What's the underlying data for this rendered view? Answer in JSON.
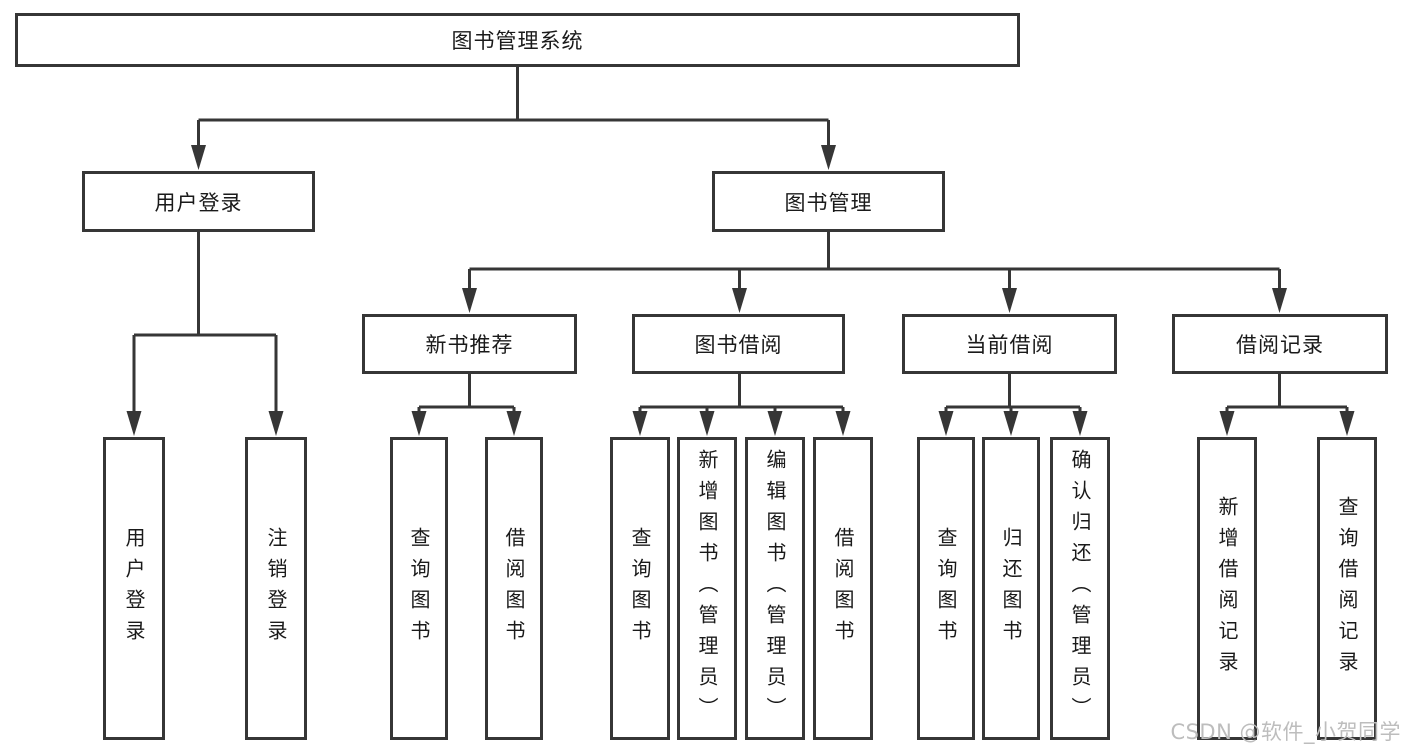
{
  "colors": {
    "line": "#363636",
    "text": "#1a1a1a",
    "box_background": "#ffffff",
    "watermark": "#bdbdbd",
    "page_background": "#ffffff"
  },
  "tree": {
    "root": {
      "label": "图书管理系统"
    },
    "branches": [
      {
        "label": "用户登录",
        "leaves": [
          {
            "label": "用户登录"
          },
          {
            "label": "注销登录"
          }
        ]
      },
      {
        "label": "图书管理",
        "groups": [
          {
            "label": "新书推荐",
            "leaves": [
              {
                "label": "查询图书"
              },
              {
                "label": "借阅图书"
              }
            ]
          },
          {
            "label": "图书借阅",
            "leaves": [
              {
                "label": "查询图书"
              },
              {
                "label": "新增图书（管理员）"
              },
              {
                "label": "编辑图书（管理员）"
              },
              {
                "label": "借阅图书"
              }
            ]
          },
          {
            "label": "当前借阅",
            "leaves": [
              {
                "label": "查询图书"
              },
              {
                "label": "归还图书"
              },
              {
                "label": "确认归还（管理员）"
              }
            ]
          },
          {
            "label": "借阅记录",
            "leaves": [
              {
                "label": "新增借阅记录"
              },
              {
                "label": "查询借阅记录"
              }
            ]
          }
        ]
      }
    ]
  },
  "watermark": {
    "text": "CSDN @软件_小贺同学"
  }
}
